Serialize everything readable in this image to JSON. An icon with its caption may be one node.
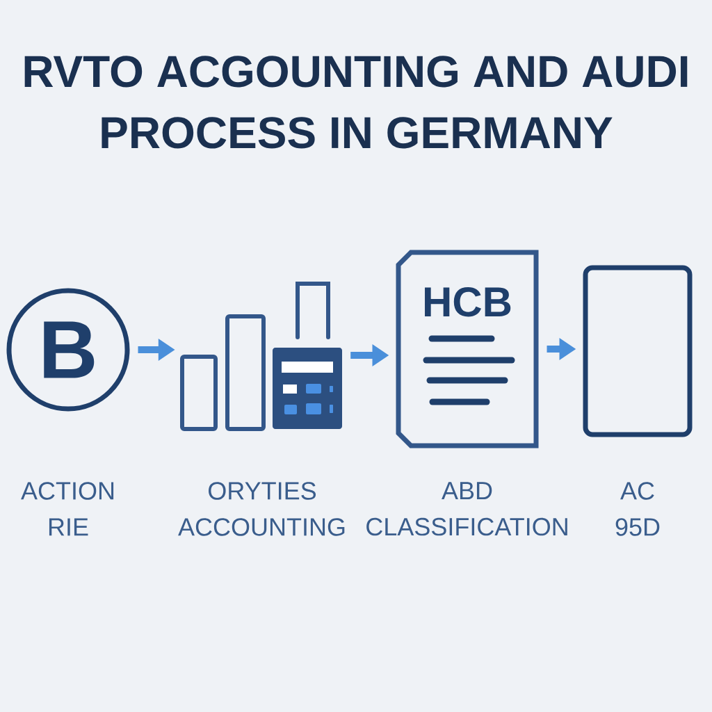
{
  "diagram": {
    "title": "RVTO ACGOUNTING AND AUDI PROCESS IN GERMANY",
    "nodes": [
      {
        "text": [
          "B"
        ],
        "beside": [
          "ACTION RIE"
        ]
      },
      {
        "text": [],
        "shape": "picture",
        "beside": [
          "ORYTIES ACCOUNTING"
        ]
      },
      {
        "text": [
          "HCB"
        ],
        "beside": [
          "ABD CLASSIFICATION"
        ]
      },
      {
        "text": [],
        "shape": "box",
        "beside": [
          "AC 95D"
        ]
      }
    ],
    "edges": [
      {
        "from": 0,
        "to": 1,
        "arrow": "to"
      },
      {
        "from": 1,
        "to": 2,
        "arrow": "to"
      },
      {
        "from": 2,
        "to": 3,
        "arrow": "to"
      }
    ]
  }
}
